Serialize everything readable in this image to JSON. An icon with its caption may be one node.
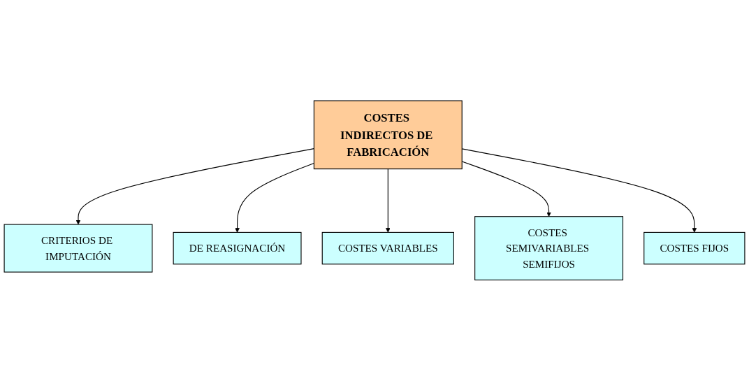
{
  "diagram": {
    "nodes": [
      {
        "text": [
          "CRITERIOS DE IMPUTACIÓN"
        ]
      },
      {
        "text": [
          "COSTES INDIRECTOS DE FABRICACIÓN"
        ]
      },
      {
        "text": [
          "DE REASIGNACIÓN"
        ]
      },
      {
        "text": [
          "COSTES VARIABLES"
        ]
      },
      {
        "text": [
          "COSTES SEMIVARIABLES SEMIFIJOS"
        ]
      },
      {
        "text": [
          "COSTES FIJOS"
        ]
      }
    ],
    "edges": [
      {
        "from": 1,
        "to": 0,
        "arrow": "to"
      },
      {
        "from": 1,
        "to": 2,
        "arrow": "to"
      },
      {
        "from": 1,
        "to": 3,
        "arrow": "to"
      },
      {
        "from": 1,
        "to": 4,
        "arrow": "to"
      },
      {
        "from": 1,
        "to": 5,
        "arrow": "to"
      }
    ]
  }
}
